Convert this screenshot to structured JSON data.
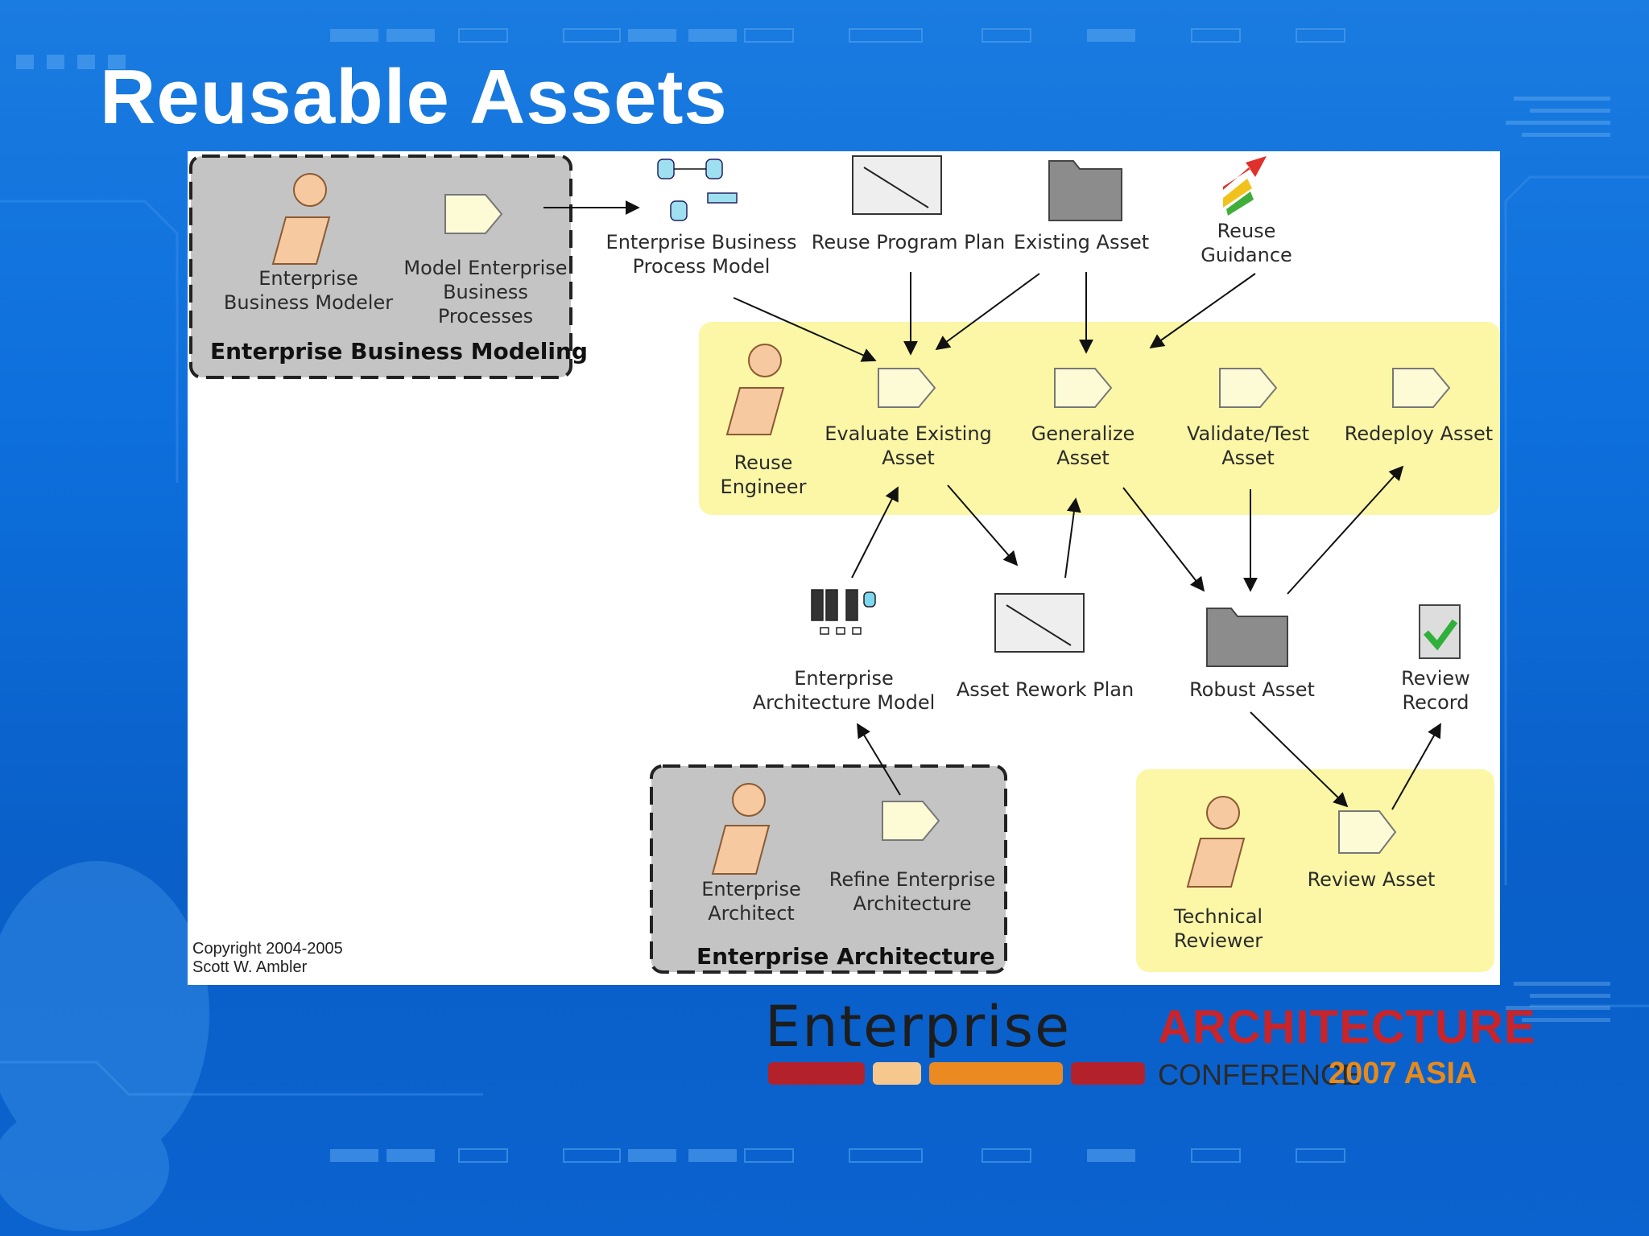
{
  "slide": {
    "title": "Reusable Assets"
  },
  "groups": {
    "business_modeling": {
      "label": "Enterprise Business Modeling",
      "role": "Enterprise\nBusiness Modeler",
      "activity": "Model Enterprise\nBusiness\nProcesses"
    },
    "reuse": {
      "role": "Reuse\nEngineer",
      "activities": [
        "Evaluate Existing\nAsset",
        "Generalize\nAsset",
        "Validate/Test\nAsset",
        "Redeploy Asset"
      ]
    },
    "architecture": {
      "label": "Enterprise Architecture",
      "role": "Enterprise\nArchitect",
      "activity": "Refine Enterprise\nArchitecture"
    },
    "review": {
      "role": "Technical\nReviewer",
      "activity": "Review Asset"
    }
  },
  "artifacts": {
    "business_process_model": "Enterprise Business\nProcess Model",
    "reuse_program_plan": "Reuse Program Plan",
    "existing_asset": "Existing Asset",
    "reuse_guidance": "Reuse\nGuidance",
    "architecture_model": "Enterprise\nArchitecture Model",
    "asset_rework_plan": "Asset Rework Plan",
    "robust_asset": "Robust Asset",
    "review_record": "Review\nRecord"
  },
  "copyright": "Copyright 2004-2005\nScott W. Ambler",
  "conference": {
    "word": "Enterprise",
    "architecture": "ARCHITECTURE",
    "conference": "CONFERENCE",
    "year": "2007 ASIA"
  },
  "colors": {
    "background": "#0d6fdc",
    "highlight_yellow": "#fbf7a6",
    "group_gray": "#c4c4c4",
    "actor_fill": "#f7c9a0",
    "activity_fill": "#fdfbd6",
    "accent_red": "#c8242a",
    "accent_orange": "#e88a1a"
  }
}
